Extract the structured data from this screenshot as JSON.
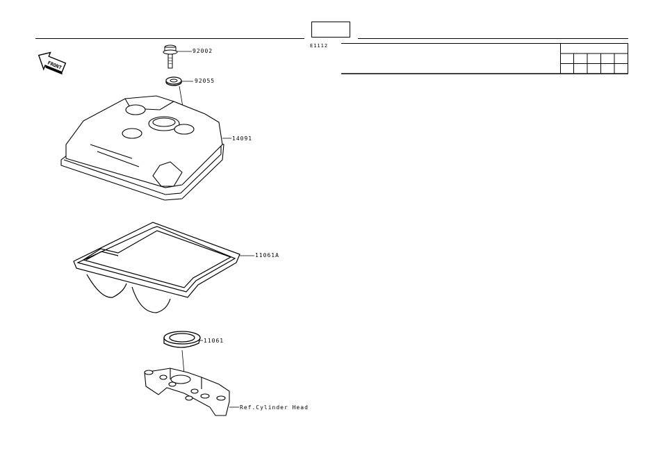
{
  "header": {
    "section_code": "",
    "diagram_code": "E1112"
  },
  "parts": [
    {
      "number": "92002"
    },
    {
      "number": "92055"
    },
    {
      "number": "14091"
    },
    {
      "number": "11061A"
    },
    {
      "number": "11061"
    }
  ],
  "reference": "Ref.Cylinder Head",
  "front_label": "FRONT",
  "table": {
    "columns": 5,
    "rows": 2
  }
}
